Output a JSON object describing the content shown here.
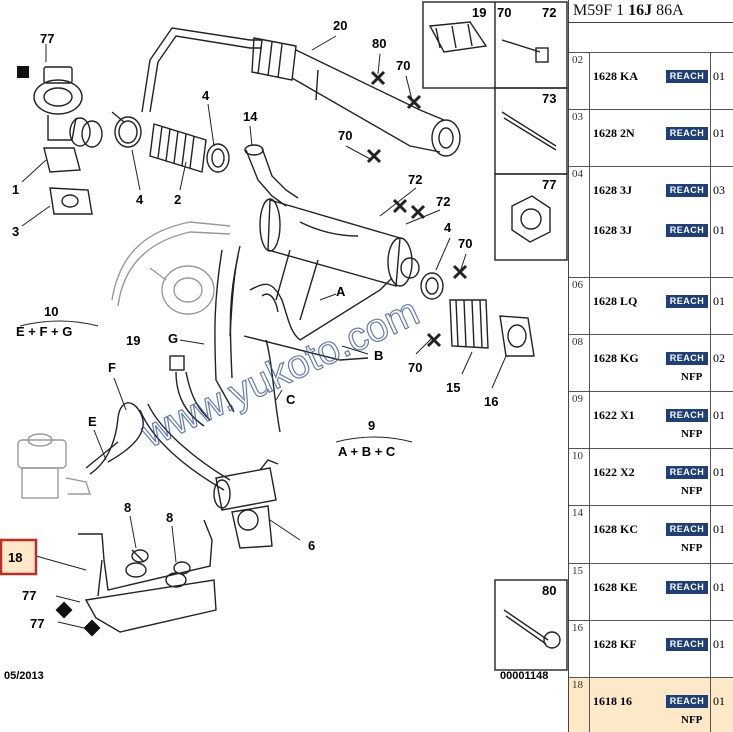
{
  "header": {
    "model": "M59F 1",
    "engine": "16J",
    "code": "86A"
  },
  "callouts": {
    "c77a": "77",
    "c1": "1",
    "c3": "3",
    "c4a": "4",
    "c2": "2",
    "c4b": "4",
    "c14": "14",
    "c20": "20",
    "c80": "80",
    "c70a": "70",
    "c70b": "70",
    "c72a": "72",
    "c72b": "72",
    "c4c": "4",
    "c70c": "70",
    "c70d": "70",
    "c15": "15",
    "c16": "16",
    "c10": "10",
    "c10sub": "E + F + G",
    "c19": "19",
    "cG": "G",
    "cA": "A",
    "cB": "B",
    "cC": "C",
    "cF": "F",
    "cE": "E",
    "c9": "9",
    "c9sub": "A + B + C",
    "c8a": "8",
    "c8b": "8",
    "c6": "6",
    "c18": "18",
    "c77b": "77",
    "c77c": "77"
  },
  "insets": {
    "inset1": {
      "labels": [
        "19",
        "70",
        "72"
      ]
    },
    "inset2": {
      "label": "73"
    },
    "inset3": {
      "label": "77"
    },
    "inset4": {
      "label": "80"
    }
  },
  "footer": {
    "date": "05/2013",
    "ref": "00001148"
  },
  "watermark": "www.yukoto.com",
  "parts": [
    {
      "index": "02",
      "entries": [
        {
          "pn": "1628 KA",
          "reach": "REACH",
          "qty": "01"
        }
      ]
    },
    {
      "index": "03",
      "entries": [
        {
          "pn": "1628 2N",
          "reach": "REACH",
          "qty": "01"
        }
      ]
    },
    {
      "index": "04",
      "entries": [
        {
          "pn": "1628 3J",
          "reach": "REACH",
          "qty": "03"
        },
        {
          "pn": "1628 3J",
          "reach": "REACH",
          "qty": "01"
        }
      ]
    },
    {
      "index": "06",
      "entries": [
        {
          "pn": "1628 LQ",
          "reach": "REACH",
          "qty": "01"
        }
      ]
    },
    {
      "index": "08",
      "entries": [
        {
          "pn": "1628 KG",
          "reach": "REACH",
          "qty": "02",
          "note": "NFP"
        }
      ]
    },
    {
      "index": "09",
      "entries": [
        {
          "pn": "1622 X1",
          "reach": "REACH",
          "qty": "01",
          "note": "NFP"
        }
      ]
    },
    {
      "index": "10",
      "entries": [
        {
          "pn": "1622 X2",
          "reach": "REACH",
          "qty": "01",
          "note": "NFP"
        }
      ]
    },
    {
      "index": "14",
      "entries": [
        {
          "pn": "1628 KC",
          "reach": "REACH",
          "qty": "01",
          "note": "NFP"
        }
      ]
    },
    {
      "index": "15",
      "entries": [
        {
          "pn": "1628 KE",
          "reach": "REACH",
          "qty": "01"
        }
      ]
    },
    {
      "index": "16",
      "entries": [
        {
          "pn": "1628 KF",
          "reach": "REACH",
          "qty": "01"
        }
      ]
    },
    {
      "index": "18",
      "entries": [
        {
          "pn": "1618 16",
          "reach": "REACH",
          "qty": "01",
          "note": "NFP"
        }
      ]
    }
  ],
  "highlighted_index": "18",
  "colors": {
    "reach_badge": "#1e3f78",
    "highlight_row": "#fde9c7",
    "callout_box": "#c62828",
    "watermark": "#2e4f96"
  }
}
